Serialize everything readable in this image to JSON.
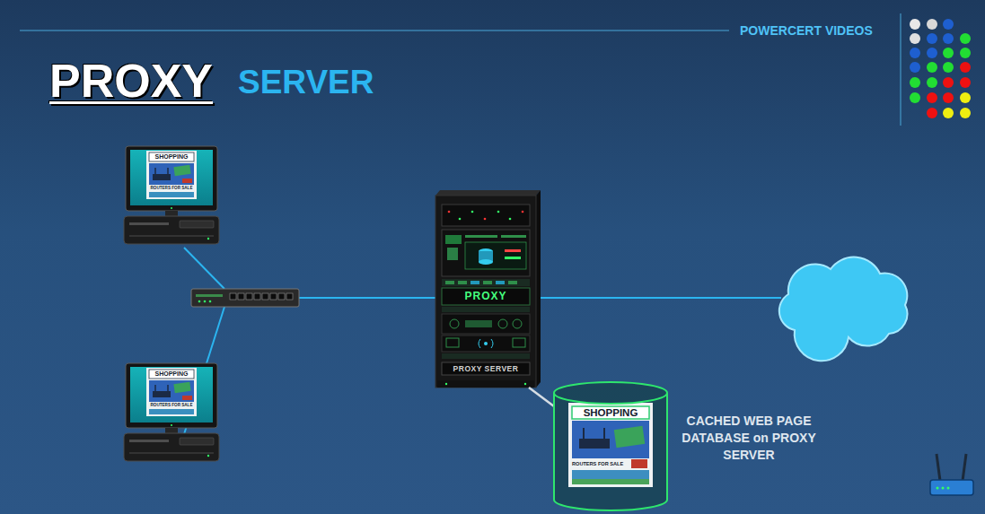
{
  "diagram": {
    "title": "PROXY",
    "nodes": [
      {
        "text": [
          "SHOPPING",
          "ROUTERS FOR SALE"
        ]
      },
      {
        "text": [
          "SHOPPING",
          "ROUTERS FOR SALE"
        ]
      },
      {
        "text": [
          "PROXY",
          "PROXY SERVER"
        ]
      },
      {
        "text": [
          "SHOPPING",
          "ROUTERS FOR SALE"
        ]
      }
    ],
    "edges": [
      {
        "from": 2,
        "to": 3,
        "arrow": "none"
      }
    ],
    "labels": [
      "SERVER",
      "POWERCERT VIDEOS",
      "CACHED WEB PAGE DATABASE on PROXY SERVER"
    ]
  }
}
